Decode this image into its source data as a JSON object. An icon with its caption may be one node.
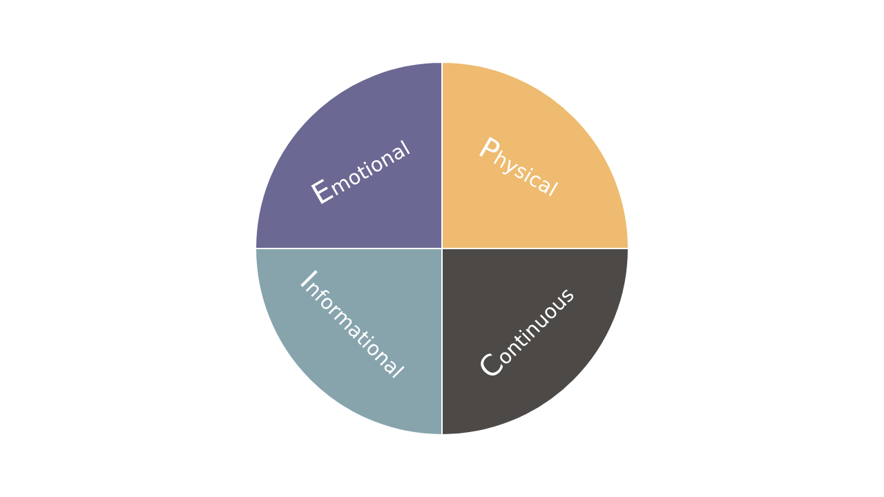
{
  "diagram": {
    "nodes": [
      {
        "text": [
          "Emotional"
        ]
      },
      {
        "text": [
          "Physical"
        ]
      },
      {
        "text": [
          "Informational"
        ]
      },
      {
        "text": [
          "Continuous"
        ]
      }
    ]
  }
}
